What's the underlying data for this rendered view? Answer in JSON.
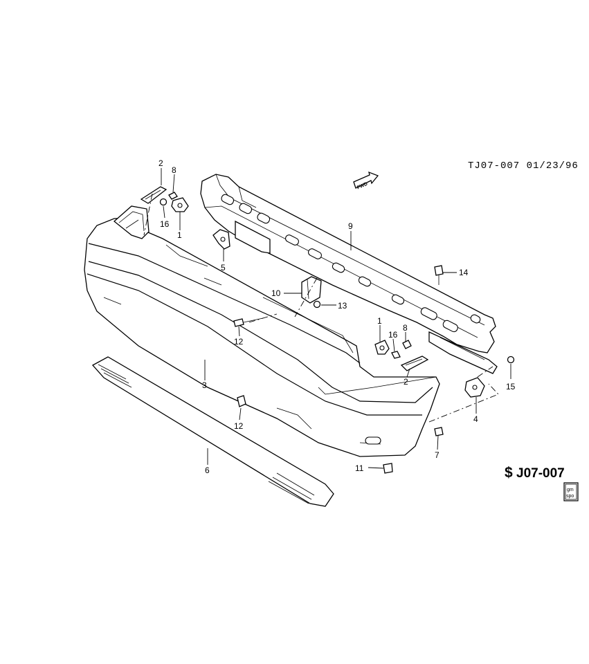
{
  "header": {
    "doc_code": "TJ07-007 01/23/96"
  },
  "fwd_label": "FWD",
  "reference": {
    "code": "J07-007",
    "badge_top": "gm",
    "badge_bottom": "spo"
  },
  "callouts": {
    "c1a": "1",
    "c1b": "1",
    "c2a": "2",
    "c2b": "2",
    "c3": "3",
    "c4": "4",
    "c5": "5",
    "c6": "6",
    "c7": "7",
    "c8a": "8",
    "c8b": "8",
    "c9": "9",
    "c10": "10",
    "c11": "11",
    "c12a": "12",
    "c12b": "12",
    "c13": "13",
    "c14": "14",
    "c15": "15",
    "c16a": "16",
    "c16b": "16"
  }
}
